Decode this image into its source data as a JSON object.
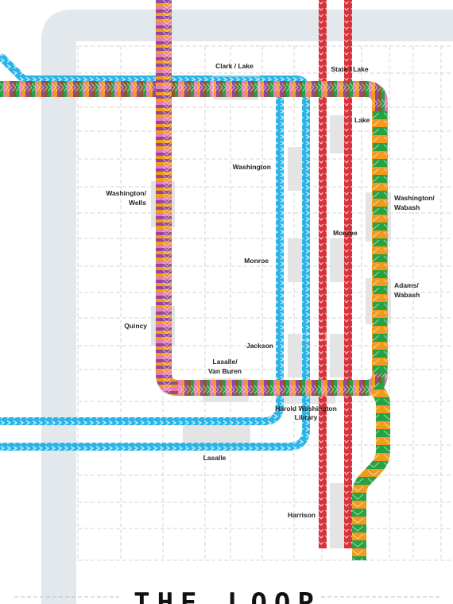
{
  "map": {
    "title": "THE LOOP",
    "stations": [
      {
        "id": "clark-lake",
        "label": [
          "Clark / Lake"
        ]
      },
      {
        "id": "state-lake",
        "label": [
          "State / Lake"
        ]
      },
      {
        "id": "lake",
        "label": [
          "Lake"
        ]
      },
      {
        "id": "washington",
        "label": [
          "Washington"
        ]
      },
      {
        "id": "washington-wells",
        "label": [
          "Washington/",
          "Wells"
        ]
      },
      {
        "id": "washington-wabash",
        "label": [
          "Washington/",
          "Wabash"
        ]
      },
      {
        "id": "monroe-red",
        "label": [
          "Monroe"
        ]
      },
      {
        "id": "monroe-blue",
        "label": [
          "Monroe"
        ]
      },
      {
        "id": "adams-wabash",
        "label": [
          "Adams/",
          "Wabash"
        ]
      },
      {
        "id": "quincy",
        "label": [
          "Quincy"
        ]
      },
      {
        "id": "jackson",
        "label": [
          "Jackson"
        ]
      },
      {
        "id": "lasalle-van-buren",
        "label": [
          "Lasalle/",
          "Van Buren"
        ]
      },
      {
        "id": "harold-washington-library",
        "label": [
          "Harold Washington",
          "Library"
        ]
      },
      {
        "id": "lasalle",
        "label": [
          "Lasalle"
        ]
      },
      {
        "id": "harrison",
        "label": [
          "Harrison"
        ]
      }
    ],
    "colors": {
      "blue": "#2ab4e8",
      "red": "#d8323c",
      "brown": "#8a5a2b",
      "purple": "#8e4a9c",
      "pink": "#e77bb8",
      "orange": "#f39a1d",
      "green": "#25a244",
      "grid": "#d6d6d6",
      "block": "#e4e4e4",
      "river": "#e2e8ec"
    }
  }
}
